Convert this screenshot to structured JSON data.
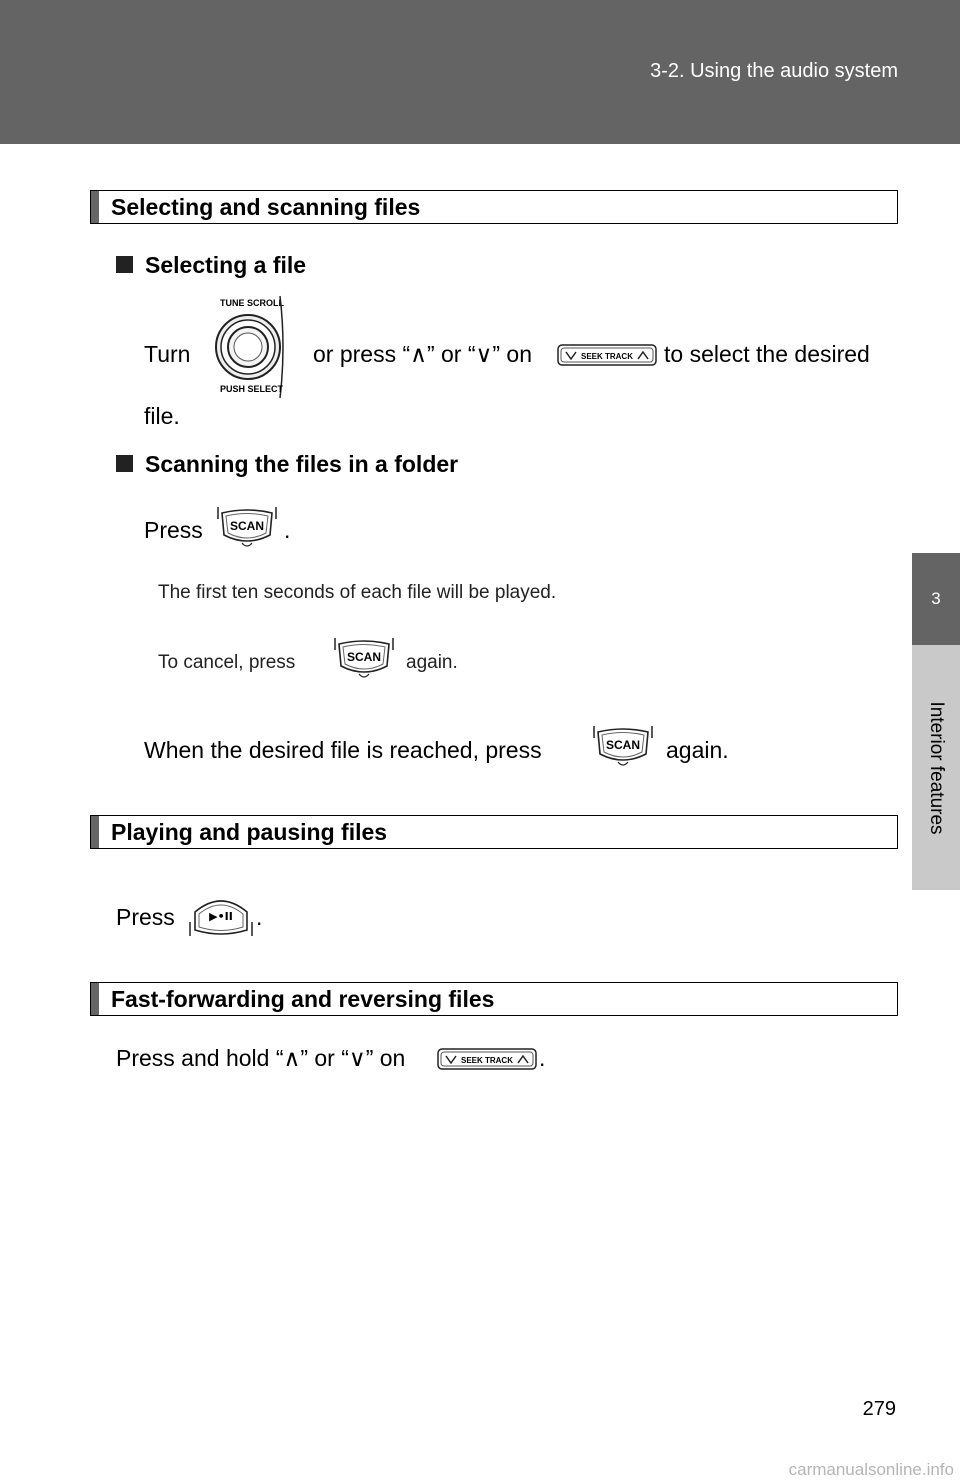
{
  "header": {
    "title": "3-2. Using the audio system"
  },
  "side_tab": {
    "number": "3",
    "label": "Interior features"
  },
  "sections": [
    {
      "title": "Selecting and scanning files"
    },
    {
      "title": "Playing and pausing files"
    },
    {
      "title": "Fast-forwarding and reversing files"
    }
  ],
  "selecting_file": {
    "heading": "Selecting a file",
    "turn": "Turn",
    "or_press": "or press “∧” or “∨” on",
    "to_select": "to select the desired",
    "file_end": "file."
  },
  "scanning": {
    "heading": "Scanning the files in a folder",
    "press": "Press",
    "period": ".",
    "note1": "The first ten seconds of each file will be played.",
    "note2_start": "To cancel, press",
    "note2_end": "again.",
    "reached": "When the desired file is reached, press",
    "reached_end": "again."
  },
  "playing": {
    "press": "Press",
    "period": "."
  },
  "fast_forward": {
    "text": "Press and hold “∧” or “∨” on",
    "period": "."
  },
  "icons": {
    "tune_top": "TUNE SCROLL",
    "tune_bottom": "PUSH SELECT",
    "seek": "SEEK TRACK",
    "scan": "SCAN",
    "play_pause": "▶•II"
  },
  "page_number": "279",
  "watermark": "carmanualsonline.info"
}
